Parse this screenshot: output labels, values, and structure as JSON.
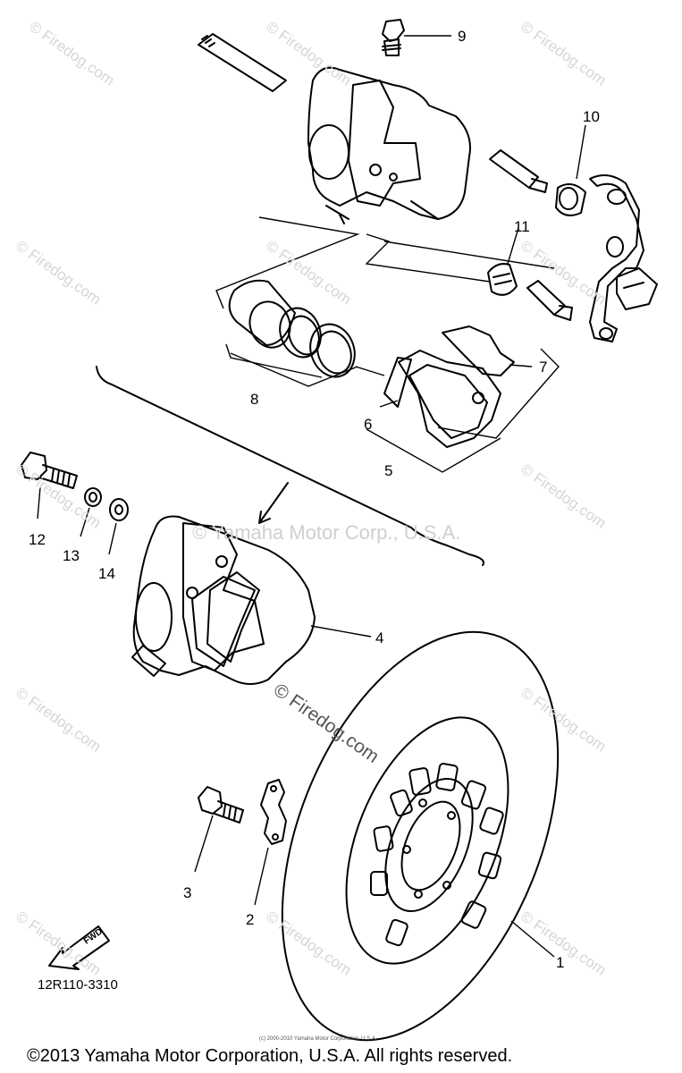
{
  "labels": {
    "l1": "1",
    "l2": "2",
    "l3": "3",
    "l4": "4",
    "l5": "5",
    "l6": "6",
    "l7": "7",
    "l8": "8",
    "l9": "9",
    "l10": "10",
    "l11": "11",
    "l12": "12",
    "l13": "13",
    "l14": "14"
  },
  "watermark": {
    "small": "© Firedog.com",
    "center": "© Yamaha Motor Corp., U.S.A.",
    "firedog": "© Firedog.com"
  },
  "footer": {
    "part_code": "12R110-3310",
    "fine_print": "(c) 2000-2010 Yamaha Motor Corporation, U.S.A.",
    "copyright": "©2013 Yamaha Motor Corporation, U.S.A. All rights reserved.",
    "fwd": "FWD"
  }
}
